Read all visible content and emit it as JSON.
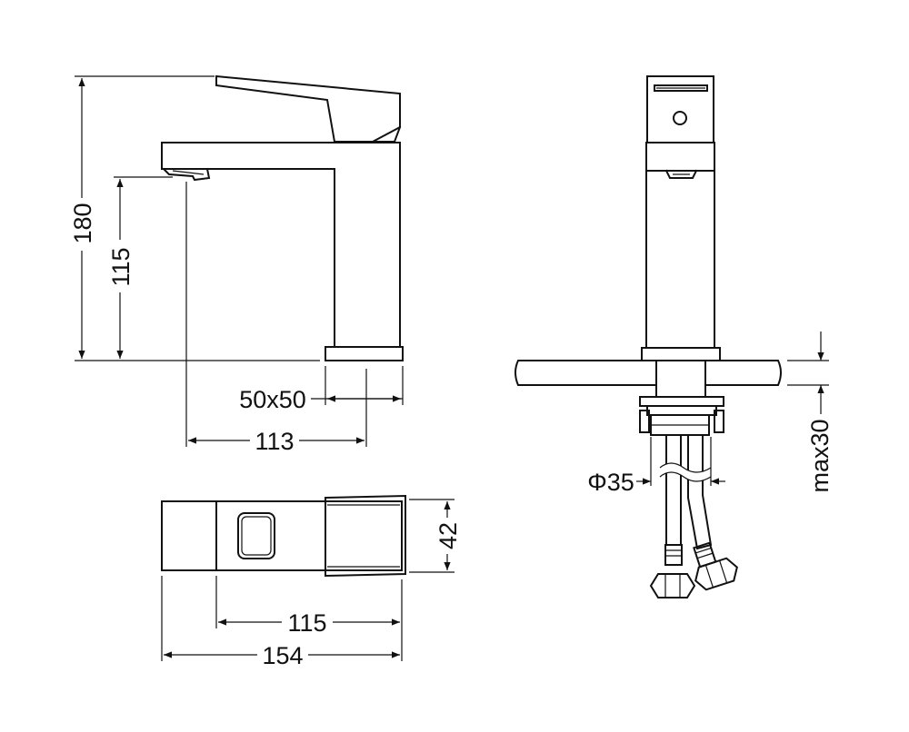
{
  "dimensions": {
    "height_total": "180",
    "spout_height": "115",
    "base_size": "50x50",
    "spout_reach": "113",
    "handle_length": "115",
    "overall_length": "154",
    "body_width": "42",
    "hole_diameter": "Φ35",
    "max_deck_thickness": "max30"
  },
  "colors": {
    "line": "#111111",
    "background": "#ffffff"
  }
}
